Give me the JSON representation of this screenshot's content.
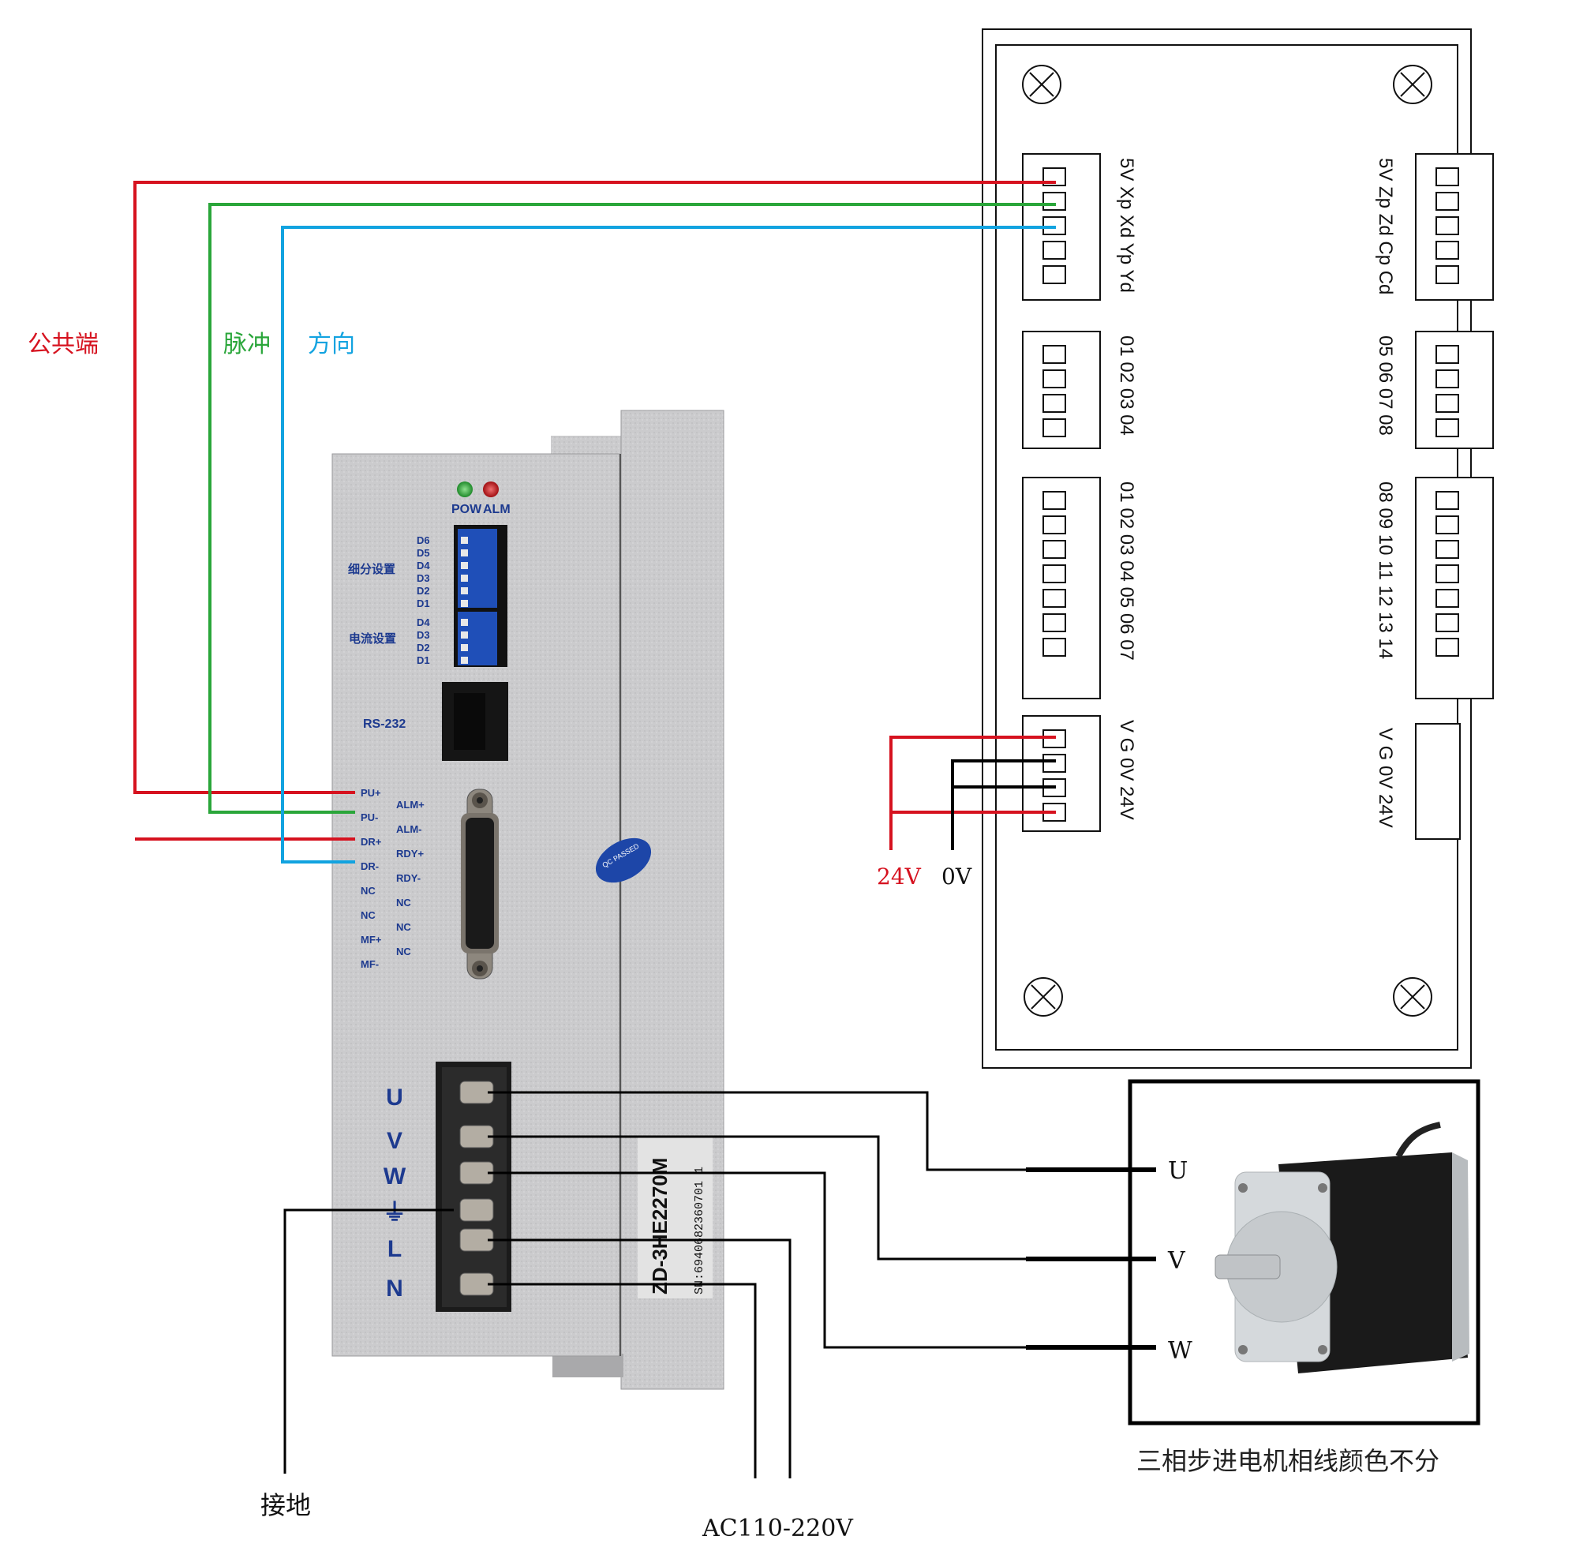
{
  "title": "Three-phase stepper driver wiring diagram",
  "colors": {
    "common": "#d6121f",
    "pulse": "#2aa63a",
    "direction": "#12a3e0",
    "power24": "#d6121f",
    "wire": "#000000",
    "panel_text": "#1d3a8f",
    "housing": "#c9c9cb"
  },
  "signal_labels": {
    "common": "公共端",
    "pulse": "脉冲",
    "direction": "方向"
  },
  "driver": {
    "leds": [
      {
        "name": "POW",
        "color": "#2faa3c"
      },
      {
        "name": "ALM",
        "color": "#c4141a"
      }
    ],
    "dip_groups": [
      {
        "title": "细分设置",
        "switches": [
          "D6",
          "D5",
          "D4",
          "D3",
          "D2",
          "D1"
        ]
      },
      {
        "title": "电流设置",
        "switches": [
          "D4",
          "D3",
          "D2",
          "D1"
        ]
      }
    ],
    "port_label": "RS-232",
    "left_pins": [
      "PU+",
      "PU-",
      "DR+",
      "DR-",
      "NC",
      "NC",
      "MF+",
      "MF-"
    ],
    "right_pins": [
      "ALM+",
      "ALM-",
      "RDY+",
      "RDY-",
      "NC",
      "NC",
      "NC"
    ],
    "power_terminals": [
      "U",
      "V",
      "W",
      "⏚",
      "L",
      "N"
    ],
    "qc_sticker": "QC PASSED",
    "model": "ZD-3HE2270M",
    "serial": "SN:6940682360701 1"
  },
  "controller": {
    "blocks": [
      {
        "side": "left",
        "label": "5V Xp Xd Yp Yd",
        "pins": 5
      },
      {
        "side": "left",
        "label": "01 02 03 04",
        "pins": 4
      },
      {
        "side": "left",
        "label": "01 02 03 04 05 06 07",
        "pins": 7
      },
      {
        "side": "left",
        "label": "V G 0V 24V",
        "pins": 4
      },
      {
        "side": "right",
        "label": "5V Zp Zd Cp Cd",
        "pins": 5
      },
      {
        "side": "right",
        "label": "05 06 07 08",
        "pins": 4
      },
      {
        "side": "right",
        "label": "08 09 10 11 12 13 14",
        "pins": 7
      },
      {
        "side": "right",
        "label": "V G 0V 24V",
        "pins": 0
      }
    ],
    "supply_labels": {
      "plus": "24V",
      "minus": "0V"
    }
  },
  "motor": {
    "phases": [
      "U",
      "V",
      "W"
    ],
    "caption": "三相步进电机相线颜色不分"
  },
  "bottom_labels": {
    "ground": "接地",
    "ac": "AC110-220V"
  }
}
